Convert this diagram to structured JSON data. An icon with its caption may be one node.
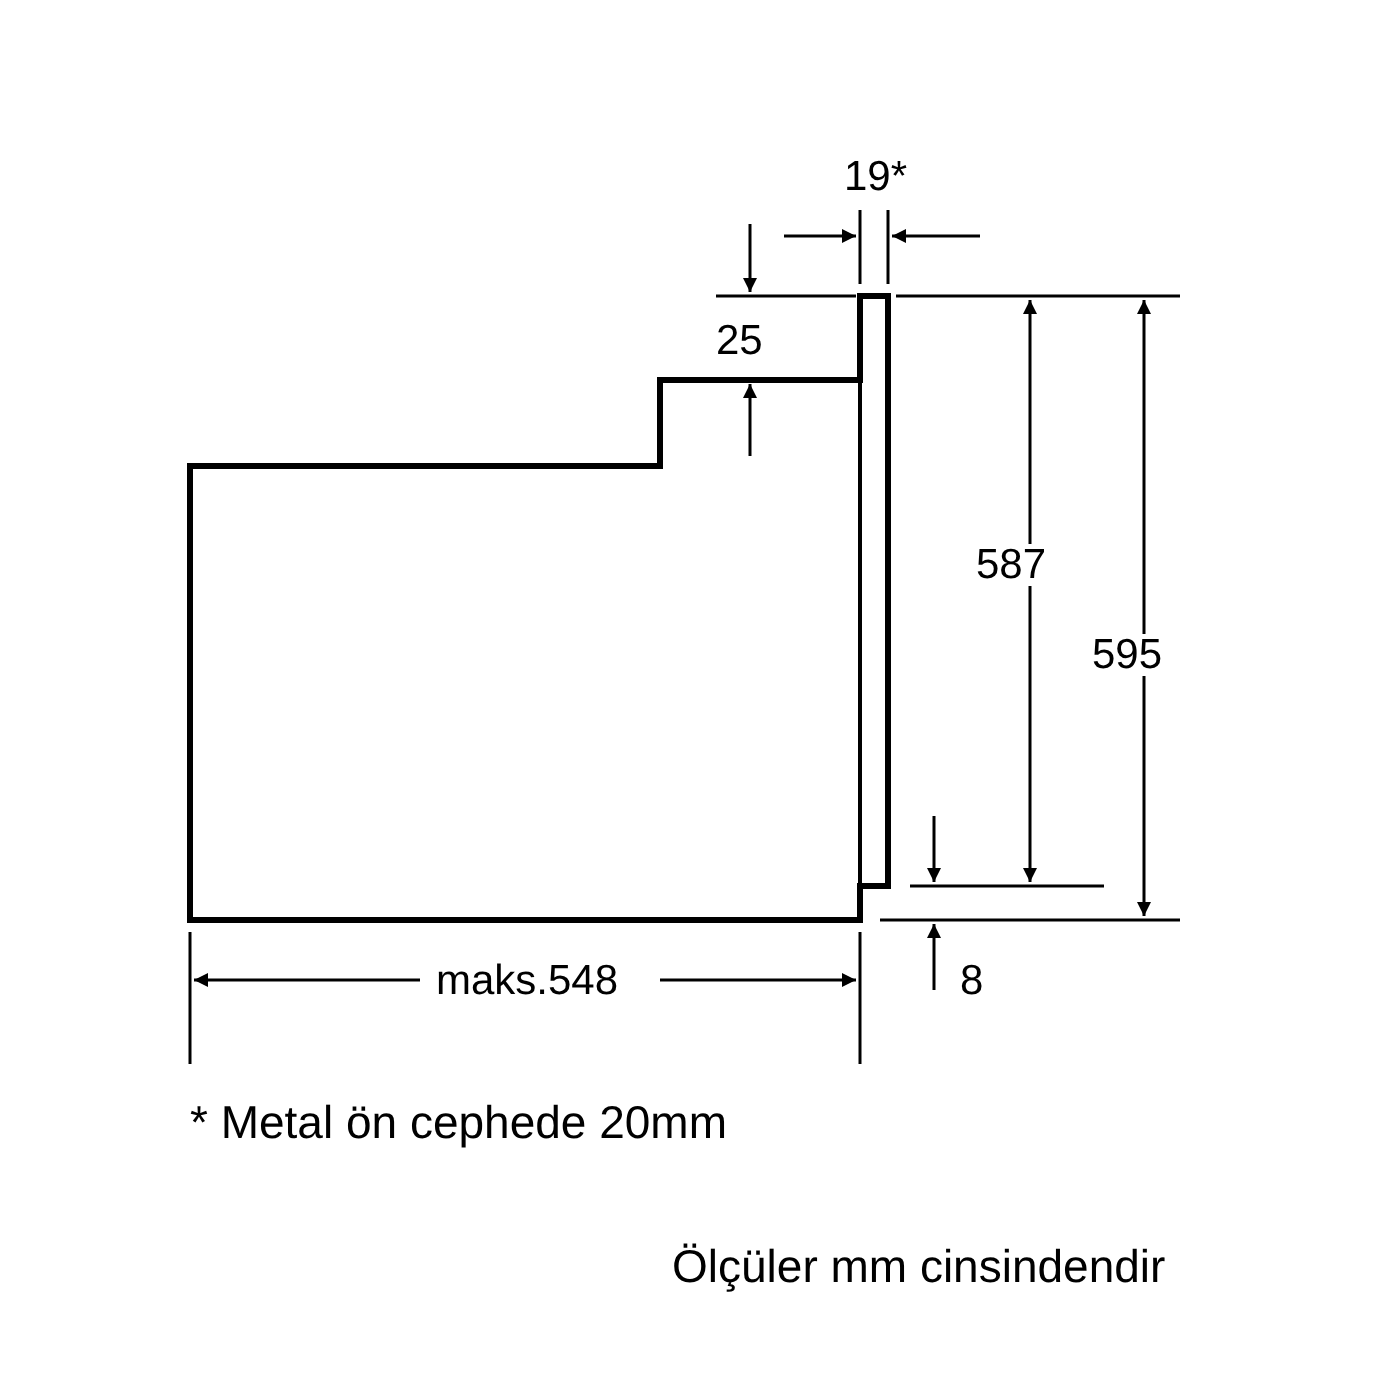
{
  "diagram": {
    "labels": [
      "19*",
      "25",
      "587",
      "595",
      "8",
      "maks.548",
      "* Metal ön cephede 20mm",
      "Ölçüler mm cinsindendir"
    ]
  }
}
